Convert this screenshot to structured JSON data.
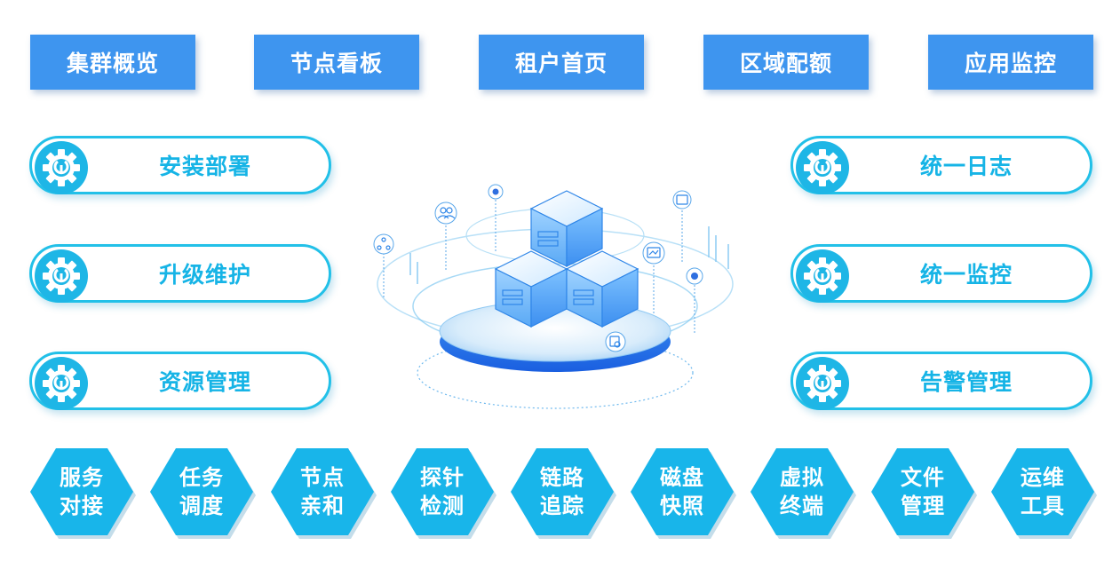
{
  "top_tabs": [
    "集群概览",
    "节点看板",
    "租户首页",
    "区域配额",
    "应用监控"
  ],
  "left_modules": [
    "安装部署",
    "升级维护",
    "资源管理"
  ],
  "right_modules": [
    "统一日志",
    "统一监控",
    "告警管理"
  ],
  "bottom_features": [
    {
      "line1": "服务",
      "line2": "对接"
    },
    {
      "line1": "任务",
      "line2": "调度"
    },
    {
      "line1": "节点",
      "line2": "亲和"
    },
    {
      "line1": "探针",
      "line2": "检测"
    },
    {
      "line1": "链路",
      "line2": "追踪"
    },
    {
      "line1": "磁盘",
      "line2": "快照"
    },
    {
      "line1": "虚拟",
      "line2": "终端"
    },
    {
      "line1": "文件",
      "line2": "管理"
    },
    {
      "line1": "运维",
      "line2": "工具"
    }
  ],
  "icons": {
    "module": "gear-wrench-icon",
    "center": "server-cubes-icon"
  },
  "colors": {
    "tab_blue": "#3e95ef",
    "accent_cyan": "#18b5ea",
    "text_white": "#ffffff"
  }
}
